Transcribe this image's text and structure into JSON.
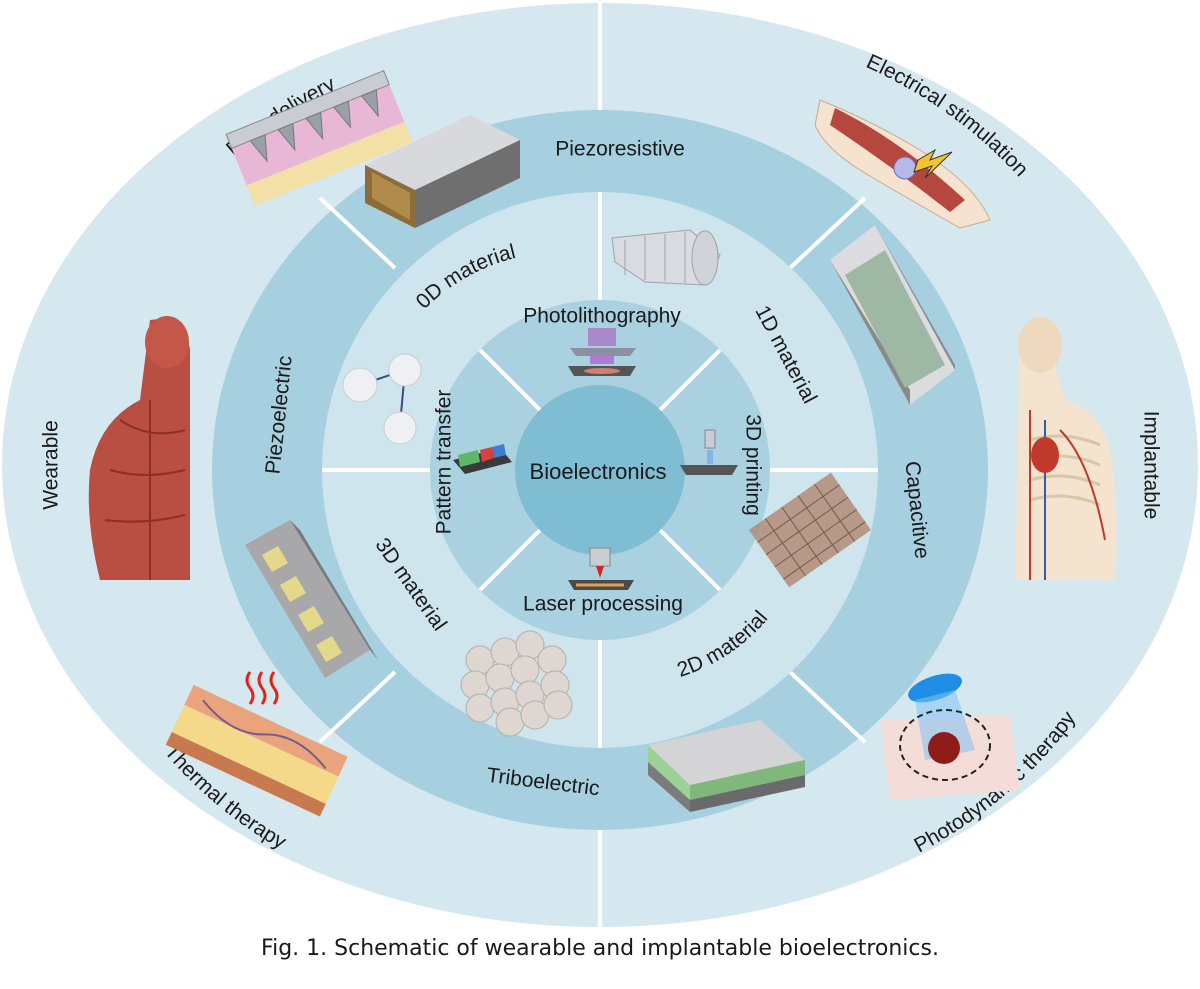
{
  "outer_ring": {
    "left": "Wearable",
    "right": "Implantable"
  },
  "applications": {
    "drug_delivery": "Drug delivery",
    "electrical_stimulation": "Electrical stimulation",
    "thermal_therapy": "Thermal therapy",
    "photodynamic_therapy": "Photodynamic therapy"
  },
  "mechanisms": {
    "piezoresistive": "Piezoresistive",
    "piezoelectric": "Piezoelectric",
    "capacitive": "Capacitive",
    "triboelectric": "Triboelectric"
  },
  "materials": {
    "0d": "0D material",
    "1d": "1D material",
    "2d": "2D material",
    "3d": "3D material"
  },
  "fabrication": {
    "photolithography": "Photolithography",
    "printing_3d": "3D printing",
    "laser_processing": "Laser processing",
    "pattern_transfer": "Pattern transfer"
  },
  "center": "Bioelectronics",
  "caption": "Fig. 1. Schematic of wearable and implantable bioelectronics.",
  "colors": {
    "outer": "#d6e8ef",
    "mechanism_ring": "#a6cfdf",
    "material_ring": "#cfe5ee",
    "fabrication_ring": "#a9d1e0",
    "center": "#7fbdd3",
    "divider": "#ffffff"
  }
}
